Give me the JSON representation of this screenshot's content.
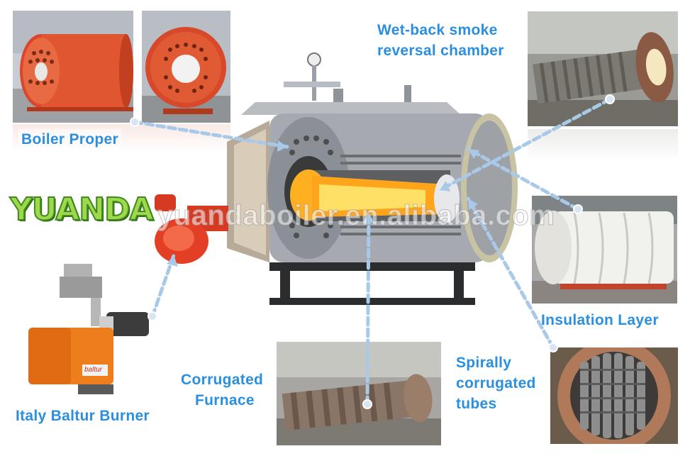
{
  "labels": {
    "boiler_proper": "Boiler Proper",
    "wet_back_line1": "Wet-back smoke",
    "wet_back_line2": "reversal chamber",
    "insulation_layer": "Insulation Layer",
    "spirally_line1": "Spirally",
    "spirally_line2": "corrugated",
    "spirally_line3": "tubes",
    "corrugated_line1": "Corrugated",
    "corrugated_line2": "Furnace",
    "burner": "Italy Baltur Burner"
  },
  "logo": {
    "text": "YUANDA"
  },
  "watermark": {
    "text": "yuandaboiler.en.alibaba.com"
  },
  "burner_badge": {
    "text": "baltur"
  },
  "colors": {
    "label_blue": "#2a8fe0",
    "boiler_red": "#e0582e",
    "burner_orange": "#ee7d1c",
    "steel_gray": "#8e9095",
    "flame": "#ffb020",
    "arrow": "#a9c9e8"
  }
}
